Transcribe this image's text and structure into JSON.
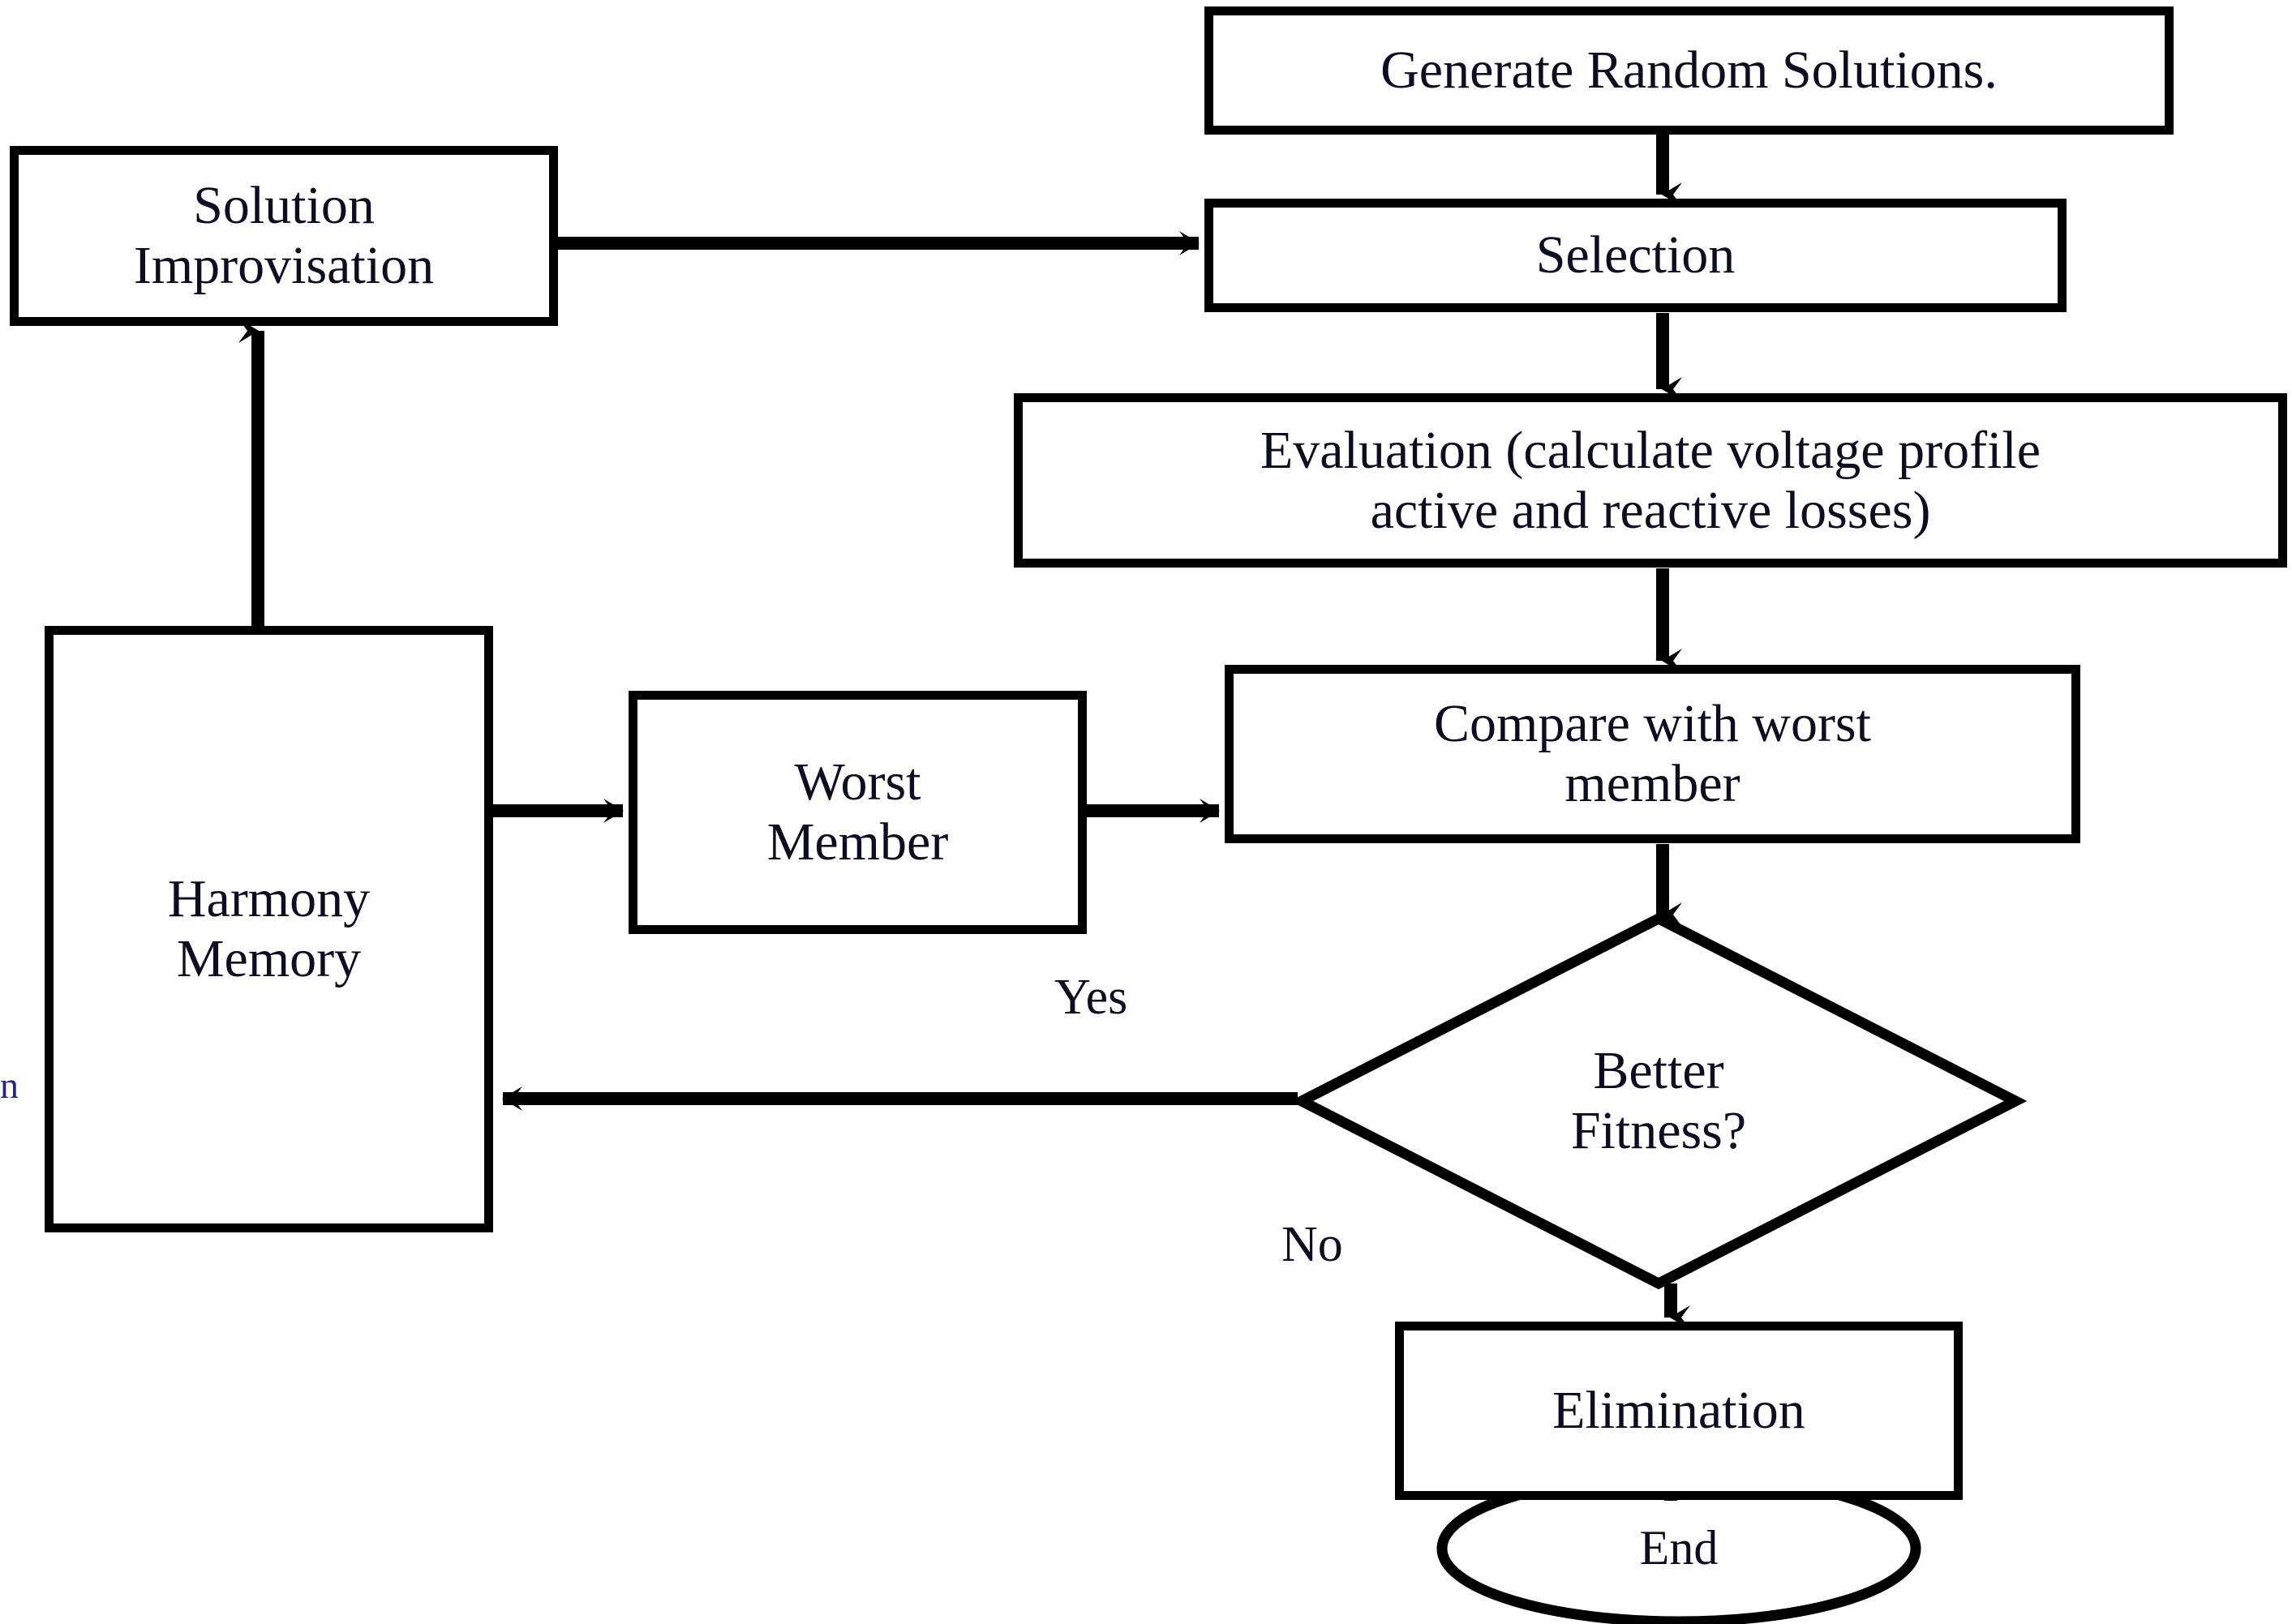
{
  "diagram": {
    "title": "Harmony Search Algorithm Flowchart",
    "colors": {
      "stroke": "#000000",
      "fill": "#ffffff",
      "text": "#0d0d22",
      "label_text": "#23238e"
    },
    "nodes": {
      "solution_improvisation": {
        "label": "Solution\nImprovisation",
        "shape": "rectangle"
      },
      "generate_random": {
        "label": "Generate Random Solutions.",
        "shape": "rectangle"
      },
      "selection": {
        "label": "Selection",
        "shape": "rectangle"
      },
      "evaluation": {
        "label": "Evaluation (calculate voltage profile\nactive and reactive losses)",
        "shape": "rectangle"
      },
      "harmony_memory": {
        "label": "Harmony\nMemory",
        "shape": "rectangle"
      },
      "worst_member": {
        "label": "Worst\nMember",
        "shape": "rectangle"
      },
      "compare_worst": {
        "label": "Compare with worst\nmember",
        "shape": "rectangle"
      },
      "better_fitness": {
        "label": "Better\nFitness?",
        "shape": "diamond"
      },
      "elimination": {
        "label": "Elimination",
        "shape": "rectangle"
      },
      "end": {
        "label": "End",
        "shape": "ellipse"
      }
    },
    "edge_labels": {
      "yes": "Yes",
      "no": "No"
    },
    "fragments": {
      "left_margin_glyph": "n"
    },
    "edges": [
      {
        "from": "generate_random",
        "to": "selection",
        "label": ""
      },
      {
        "from": "solution_improvisation",
        "to": "selection",
        "label": ""
      },
      {
        "from": "selection",
        "to": "evaluation",
        "label": ""
      },
      {
        "from": "evaluation",
        "to": "compare_worst",
        "label": ""
      },
      {
        "from": "harmony_memory",
        "to": "solution_improvisation",
        "label": ""
      },
      {
        "from": "harmony_memory",
        "to": "worst_member",
        "label": ""
      },
      {
        "from": "worst_member",
        "to": "compare_worst",
        "label": ""
      },
      {
        "from": "compare_worst",
        "to": "better_fitness",
        "label": ""
      },
      {
        "from": "better_fitness",
        "to": "harmony_memory",
        "label": "Yes"
      },
      {
        "from": "better_fitness",
        "to": "elimination",
        "label": "No"
      },
      {
        "from": "elimination",
        "to": "end",
        "label": ""
      }
    ]
  }
}
